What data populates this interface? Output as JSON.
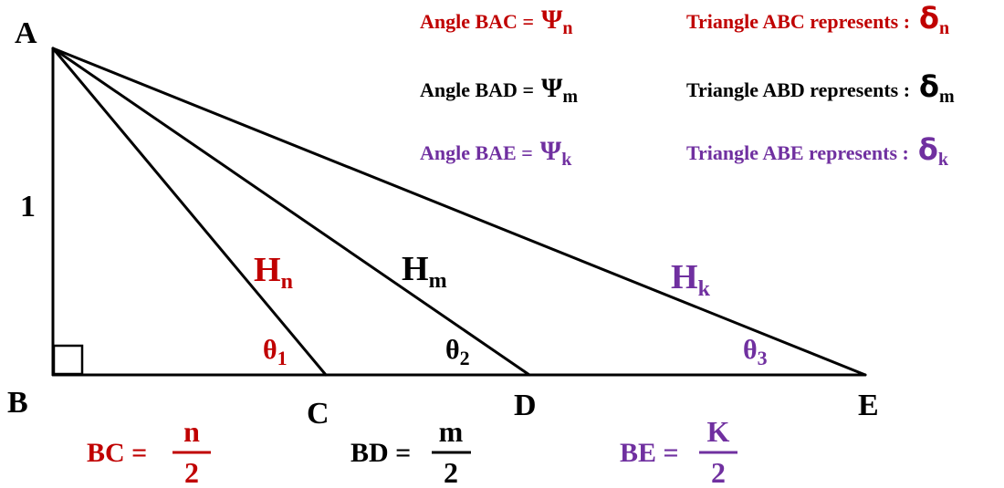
{
  "colors": {
    "red": "#c00000",
    "black": "#000000",
    "purple": "#7030a0"
  },
  "points": {
    "A": "A",
    "B": "B",
    "C": "C",
    "D": "D",
    "E": "E"
  },
  "side_label": "1",
  "hypotenuses": {
    "n": {
      "base": "H",
      "sub": "n"
    },
    "m": {
      "base": "H",
      "sub": "m"
    },
    "k": {
      "base": "H",
      "sub": "k"
    }
  },
  "angles": {
    "t1": {
      "base": "θ",
      "sub": "1"
    },
    "t2": {
      "base": "θ",
      "sub": "2"
    },
    "t3": {
      "base": "θ",
      "sub": "3"
    }
  },
  "legend": [
    {
      "angle_text": "Angle BAC =",
      "psi": "Ψ",
      "psi_sub": "n",
      "tri_text": "Triangle ABC represents :",
      "delta": "δ",
      "delta_sub": "n"
    },
    {
      "angle_text": "Angle BAD =",
      "psi": "Ψ",
      "psi_sub": "m",
      "tri_text": "Triangle ABD represents :",
      "delta": "δ",
      "delta_sub": "m"
    },
    {
      "angle_text": "Angle BAE =",
      "psi": "Ψ",
      "psi_sub": "k",
      "tri_text": "Triangle ABE represents :",
      "delta": "δ",
      "delta_sub": "k"
    }
  ],
  "lengths": {
    "bc": {
      "lhs": "BC =",
      "num": "n",
      "den": "2"
    },
    "bd": {
      "lhs": "BD =",
      "num": "m",
      "den": "2"
    },
    "be": {
      "lhs": "BE =",
      "num": "K",
      "den": "2"
    }
  }
}
